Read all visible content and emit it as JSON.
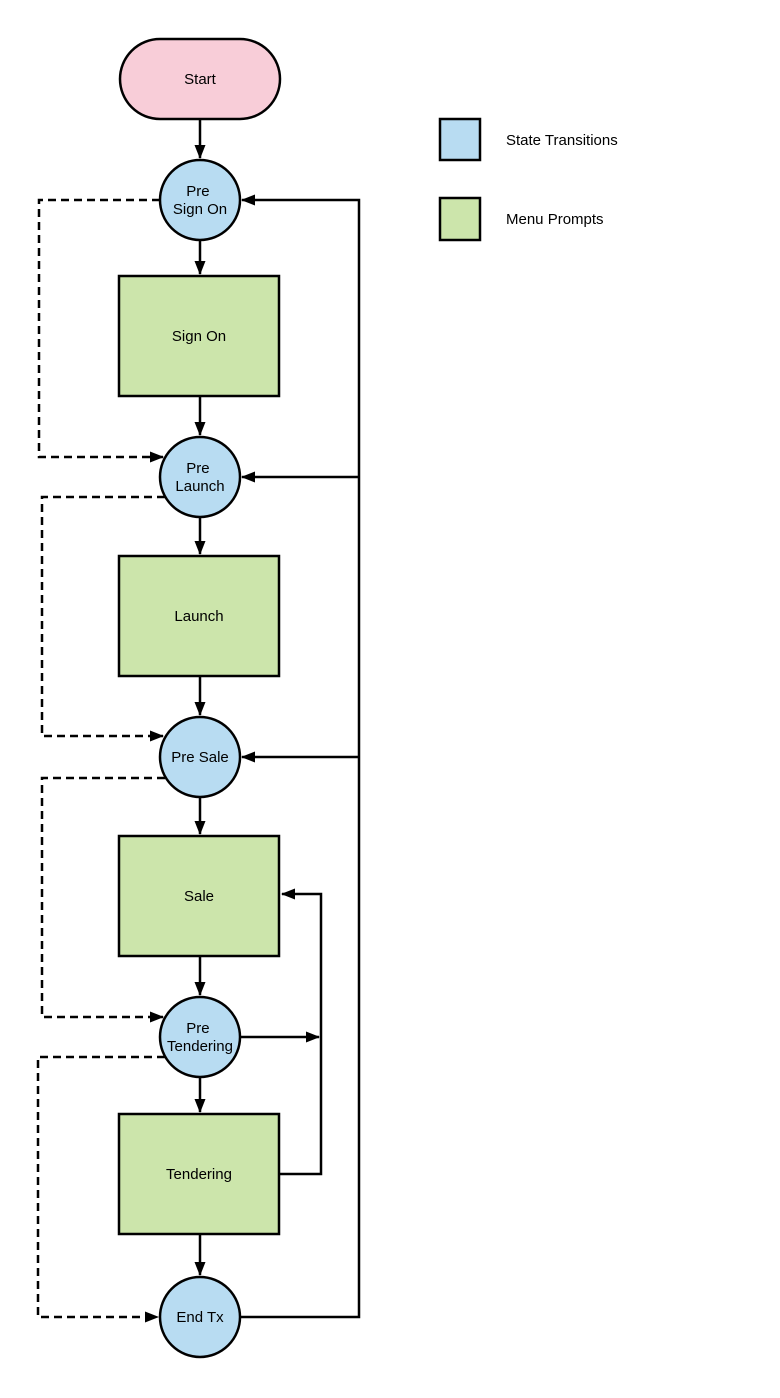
{
  "diagram": {
    "nodes": {
      "start": {
        "type": "terminator",
        "label": "Start"
      },
      "pre_sign_on": {
        "type": "state",
        "line1": "Pre",
        "line2": "Sign On"
      },
      "sign_on": {
        "type": "menu",
        "label": "Sign On"
      },
      "pre_launch": {
        "type": "state",
        "line1": "Pre",
        "line2": "Launch"
      },
      "launch": {
        "type": "menu",
        "label": "Launch"
      },
      "pre_sale": {
        "type": "state",
        "label": "Pre Sale"
      },
      "sale": {
        "type": "menu",
        "label": "Sale"
      },
      "pre_tendering": {
        "type": "state",
        "line1": "Pre",
        "line2": "Tendering"
      },
      "tendering": {
        "type": "menu",
        "label": "Tendering"
      },
      "end_tx": {
        "type": "state",
        "label": "End Tx"
      }
    },
    "edges": [
      {
        "from": "start",
        "to": "pre_sign_on",
        "style": "solid"
      },
      {
        "from": "pre_sign_on",
        "to": "sign_on",
        "style": "solid"
      },
      {
        "from": "sign_on",
        "to": "pre_launch",
        "style": "solid"
      },
      {
        "from": "pre_launch",
        "to": "launch",
        "style": "solid"
      },
      {
        "from": "launch",
        "to": "pre_sale",
        "style": "solid"
      },
      {
        "from": "pre_sale",
        "to": "sale",
        "style": "solid"
      },
      {
        "from": "sale",
        "to": "pre_tendering",
        "style": "solid"
      },
      {
        "from": "pre_tendering",
        "to": "tendering",
        "style": "solid"
      },
      {
        "from": "tendering",
        "to": "end_tx",
        "style": "solid"
      },
      {
        "from": "pre_sign_on",
        "to": "pre_launch",
        "style": "dashed"
      },
      {
        "from": "pre_launch",
        "to": "pre_sale",
        "style": "dashed"
      },
      {
        "from": "pre_sale",
        "to": "pre_tendering",
        "style": "dashed"
      },
      {
        "from": "pre_tendering",
        "to": "end_tx",
        "style": "dashed"
      },
      {
        "from": "end_tx",
        "to": "pre_sign_on",
        "style": "solid"
      },
      {
        "from": "end_tx",
        "to": "pre_launch",
        "style": "solid"
      },
      {
        "from": "end_tx",
        "to": "pre_sale",
        "style": "solid"
      },
      {
        "from": "pre_tendering",
        "to": "sale",
        "style": "solid"
      },
      {
        "from": "tendering",
        "to": "sale",
        "style": "solid"
      }
    ],
    "legend": {
      "state": {
        "label": "State Transitions"
      },
      "menu": {
        "label": "Menu Prompts"
      }
    },
    "colors": {
      "terminator_fill": "#f8cdd8",
      "state_fill": "#b8dcf2",
      "menu_fill": "#cce5ab",
      "stroke": "#000000"
    }
  }
}
